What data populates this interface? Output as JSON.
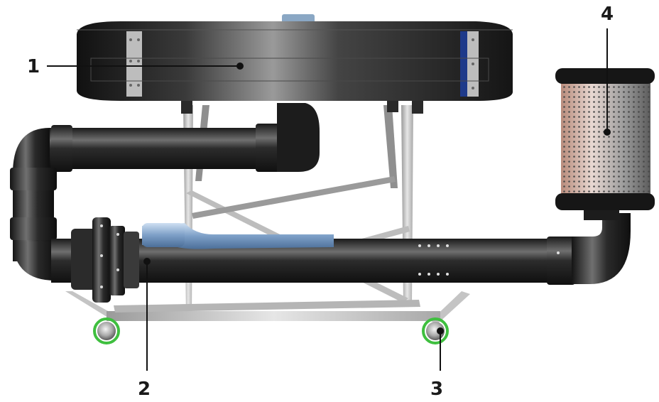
{
  "callouts": [
    {
      "id": "1",
      "label": "1"
    },
    {
      "id": "2",
      "label": "2"
    },
    {
      "id": "3",
      "label": "3"
    },
    {
      "id": "4",
      "label": "4"
    }
  ],
  "colors": {
    "float_body": "#1f1f1f",
    "pipe": "#2b2b2b",
    "frame": "#c8c8c8",
    "wheel_ring": "#3fbf3f",
    "filter_mesh": "#c9a79a",
    "accent_plate": "#1e3a8a",
    "motor_blue": "#8fb2d8"
  }
}
